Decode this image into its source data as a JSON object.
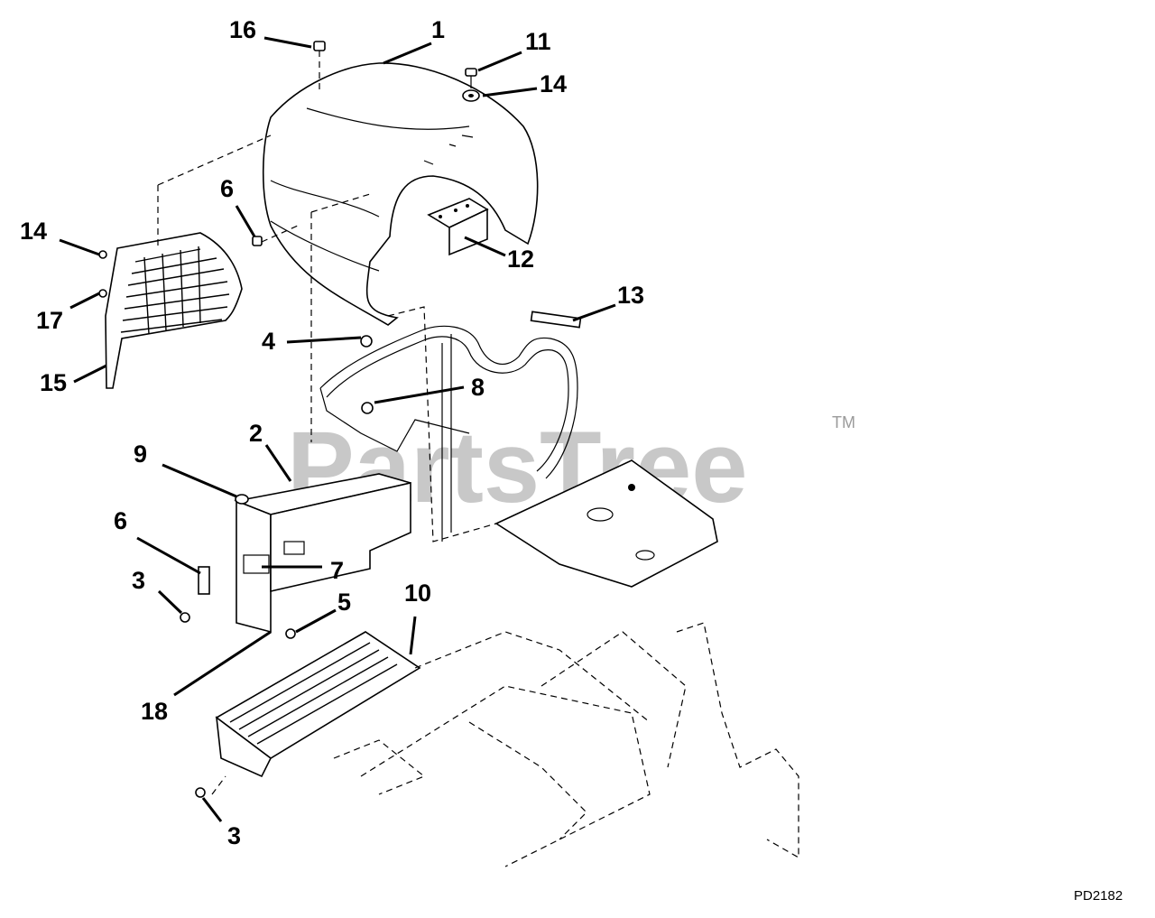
{
  "watermark": {
    "brand": "PartsTree",
    "trademark": "TM"
  },
  "drawing_code": "PD2182",
  "callouts": [
    {
      "id": "c16a",
      "label": "16"
    },
    {
      "id": "c1",
      "label": "1"
    },
    {
      "id": "c11",
      "label": "11"
    },
    {
      "id": "c14a",
      "label": "14"
    },
    {
      "id": "c6a",
      "label": "6"
    },
    {
      "id": "c14b",
      "label": "14"
    },
    {
      "id": "c12",
      "label": "12"
    },
    {
      "id": "c17",
      "label": "17"
    },
    {
      "id": "c13",
      "label": "13"
    },
    {
      "id": "c4",
      "label": "4"
    },
    {
      "id": "c15",
      "label": "15"
    },
    {
      "id": "c8",
      "label": "8"
    },
    {
      "id": "c2",
      "label": "2"
    },
    {
      "id": "c9",
      "label": "9"
    },
    {
      "id": "c6b",
      "label": "6"
    },
    {
      "id": "c7",
      "label": "7"
    },
    {
      "id": "c3a",
      "label": "3"
    },
    {
      "id": "c5",
      "label": "5"
    },
    {
      "id": "c10",
      "label": "10"
    },
    {
      "id": "c18",
      "label": "18"
    },
    {
      "id": "c3b",
      "label": "3"
    }
  ]
}
